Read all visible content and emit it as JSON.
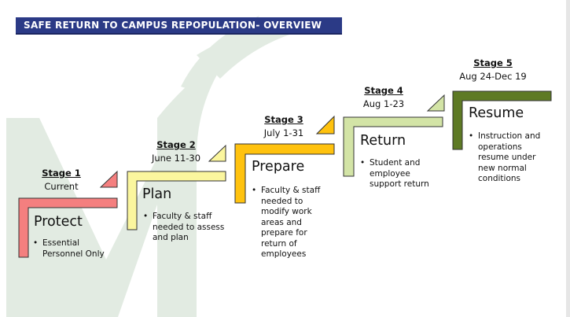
{
  "header": {
    "title": "SAFE RETURN TO CAMPUS REPOPULATION- OVERVIEW"
  },
  "colors": {
    "title_bar": "#2b3a86",
    "stage1": "#f47f7f",
    "stage2": "#fbf69e",
    "stage3": "#ffc20e",
    "stage4": "#d3e4a6",
    "stage5": "#5e7a25",
    "watermark": "#e2ebe2"
  },
  "stages": [
    {
      "number": "Stage 1",
      "dates": "Current",
      "name": "Protect",
      "bullet": "Essential Personnel Only"
    },
    {
      "number": "Stage 2",
      "dates": "June 11-30",
      "name": "Plan",
      "bullet": "Faculty & staff needed to assess and plan"
    },
    {
      "number": "Stage 3",
      "dates": "July 1-31",
      "name": "Prepare",
      "bullet": "Faculty & staff needed to modify work areas and prepare for return of employees"
    },
    {
      "number": "Stage 4",
      "dates": "Aug 1-23",
      "name": "Return",
      "bullet": "Student and employee support return"
    },
    {
      "number": "Stage 5",
      "dates": "Aug 24-Dec 19",
      "name": "Resume",
      "bullet": "Instruction and operations resume under new normal conditions"
    }
  ]
}
